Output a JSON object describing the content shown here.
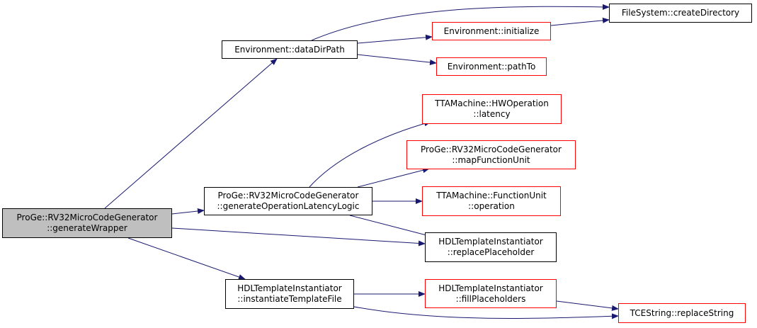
{
  "colors": {
    "edge": "#191970",
    "root_fill": "#bfbfbf",
    "documented_border": "#000000",
    "undocumented_border": "#ff0000"
  },
  "nodes": {
    "root": {
      "line1": "ProGe::RV32MicroCodeGenerator",
      "line2": "::generateWrapper"
    },
    "datadirpath": {
      "line1": "Environment::dataDirPath"
    },
    "genlatency": {
      "line1": "ProGe::RV32MicroCodeGenerator",
      "line2": "::generateOperationLatencyLogic"
    },
    "insttemplate": {
      "line1": "HDLTemplateInstantiator",
      "line2": "::instantiateTemplateFile"
    },
    "createdir": {
      "line1": "FileSystem::createDirectory"
    },
    "envinit": {
      "line1": "Environment::initialize"
    },
    "pathto": {
      "line1": "Environment::pathTo"
    },
    "hwoplatency": {
      "line1": "TTAMachine::HWOperation",
      "line2": "::latency"
    },
    "mapfu": {
      "line1": "ProGe::RV32MicroCodeGenerator",
      "line2": "::mapFunctionUnit"
    },
    "fuop": {
      "line1": "TTAMachine::FunctionUnit",
      "line2": "::operation"
    },
    "replaceph": {
      "line1": "HDLTemplateInstantiator",
      "line2": "::replacePlaceholder"
    },
    "fillph": {
      "line1": "HDLTemplateInstantiator",
      "line2": "::fillPlaceholders"
    },
    "replacestring": {
      "line1": "TCEString::replaceString"
    }
  }
}
